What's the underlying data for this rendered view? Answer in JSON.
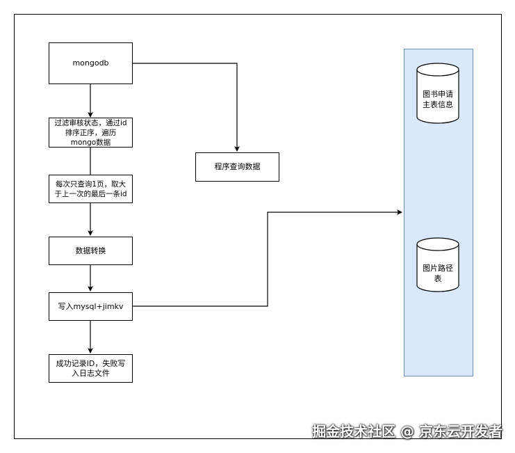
{
  "nodes": {
    "mongodb": "mongodb",
    "filter_line1": "过滤审核状态，通过id",
    "filter_line2": "排序正序，遍历",
    "filter_line3": "mongo数据",
    "page_query_line1": "每次只查询1页，取大",
    "page_query_line2": "于上一次的最后一条id",
    "convert": "数据转换",
    "write": "写入mysql+jimkv",
    "log_line1": "成功记录ID，失败写",
    "log_line2": "入日志文件",
    "program_query": "程序查询数据"
  },
  "databases": {
    "book_apply_line1": "图书申请",
    "book_apply_line2": "主表信息",
    "image_path_line1": "图片路径",
    "image_path_line2": "表"
  },
  "watermark": "掘金技术社区 @ 京东云开发者",
  "colors": {
    "container_fill": "#dae8fc",
    "container_stroke": "#6c8ebf",
    "line": "#000000"
  }
}
